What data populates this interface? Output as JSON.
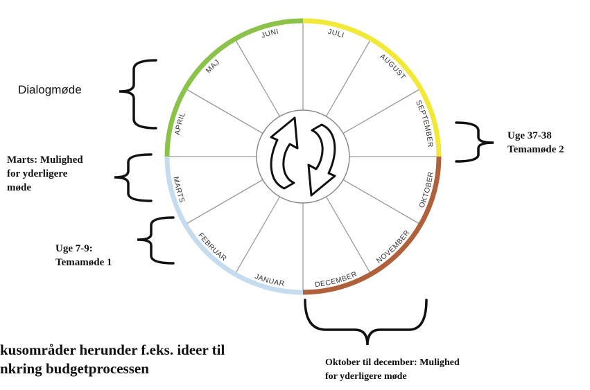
{
  "months": [
    "JANUAR",
    "FEBRUAR",
    "MARTS",
    "APRIL",
    "MAJ",
    "JUNI",
    "JULI",
    "AUGUST",
    "SEPTEMBER",
    "OKTOBER",
    "NOVEMBER",
    "DECEMBER"
  ],
  "annotations": {
    "dialogmode": "Dialogmøde",
    "marts_line1": "Marts: Mulighed",
    "marts_line2": "for yderligere",
    "marts_line3": "møde",
    "uge79_line1": "Uge 7-9:",
    "uge79_line2": "Temamøde 1",
    "uge3738_line1": "Uge  37-38",
    "uge3738_line2": "Temamøde 2",
    "oktdec_line1": "Oktober til december: Mulighed",
    "oktdec_line2": "for yderligere møde",
    "bottom_line1": "kusområder herunder f.eks. ideer til",
    "bottom_line2": "nkring budgetprocessen"
  },
  "colors": {
    "spring": "#8bc34a",
    "summer": "#f2e837",
    "autumn": "#b0603a",
    "winter": "#c5dcef",
    "spokes": "#9a9a9a"
  },
  "icons": [
    "cycle-arrow-icon"
  ]
}
